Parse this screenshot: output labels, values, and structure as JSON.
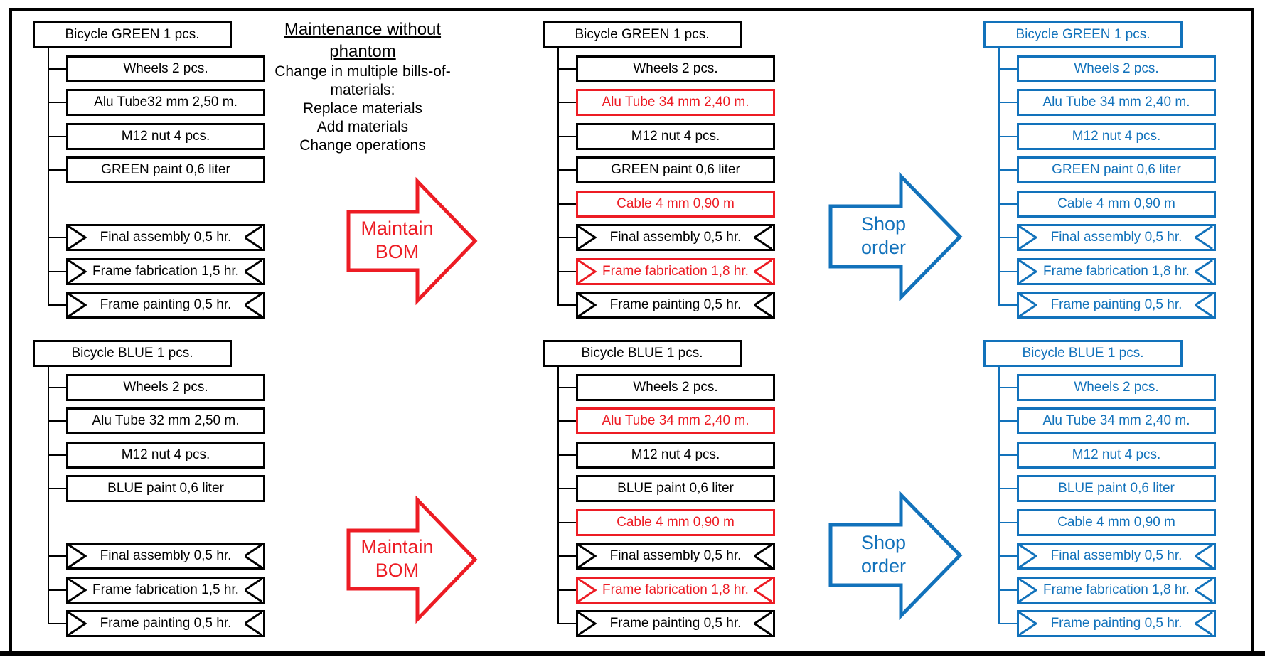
{
  "colors": {
    "black": "#000000",
    "red": "#ED1C24",
    "blue": "#1272BB"
  },
  "title": {
    "heading_lines": [
      "Maintenance without",
      "phantom"
    ],
    "body_lines": [
      "Change in multiple bills-of-",
      "materials:",
      "Replace materials",
      "Add materials",
      "Change operations"
    ]
  },
  "arrows": [
    {
      "id": "maintain-bom-top",
      "lines": [
        "Maintain",
        "BOM"
      ],
      "color": "red"
    },
    {
      "id": "shop-order-top",
      "lines": [
        "Shop",
        "order"
      ],
      "color": "blue"
    },
    {
      "id": "maintain-bom-bottom",
      "lines": [
        "Maintain",
        "BOM"
      ],
      "color": "red"
    },
    {
      "id": "shop-order-bottom",
      "lines": [
        "Shop",
        "order"
      ],
      "color": "blue"
    }
  ],
  "trees": [
    {
      "id": "source-bom-green",
      "col": 0,
      "band": "top",
      "line_color": "black",
      "root": {
        "label": "Bicycle GREEN 1 pcs.",
        "color": "black"
      },
      "items": [
        {
          "label": "Wheels 2 pcs.",
          "slot": 0,
          "kind": "material",
          "color": "black"
        },
        {
          "label": "Alu Tube32 mm 2,50 m.",
          "slot": 1,
          "kind": "material",
          "color": "black"
        },
        {
          "label": "M12 nut 4 pcs.",
          "slot": 2,
          "kind": "material",
          "color": "black"
        },
        {
          "label": "GREEN paint 0,6 liter",
          "slot": 3,
          "kind": "material",
          "color": "black"
        },
        {
          "label": "Final assembly 0,5 hr.",
          "slot": 5,
          "kind": "operation",
          "color": "black"
        },
        {
          "label": "Frame fabrication 1,5 hr.",
          "slot": 6,
          "kind": "operation",
          "color": "black"
        },
        {
          "label": "Frame painting 0,5 hr.",
          "slot": 7,
          "kind": "operation",
          "color": "black"
        }
      ]
    },
    {
      "id": "maintained-bom-green",
      "col": 1,
      "band": "top",
      "line_color": "black",
      "root": {
        "label": "Bicycle GREEN 1 pcs.",
        "color": "black"
      },
      "items": [
        {
          "label": "Wheels 2 pcs.",
          "slot": 0,
          "kind": "material",
          "color": "black"
        },
        {
          "label": "Alu Tube 34 mm 2,40 m.",
          "slot": 1,
          "kind": "material",
          "color": "red"
        },
        {
          "label": "M12 nut 4 pcs.",
          "slot": 2,
          "kind": "material",
          "color": "black"
        },
        {
          "label": "GREEN paint 0,6 liter",
          "slot": 3,
          "kind": "material",
          "color": "black"
        },
        {
          "label": "Cable 4 mm 0,90 m",
          "slot": 4,
          "kind": "material",
          "color": "red"
        },
        {
          "label": "Final assembly 0,5 hr.",
          "slot": 5,
          "kind": "operation",
          "color": "black"
        },
        {
          "label": "Frame fabrication 1,8 hr.",
          "slot": 6,
          "kind": "operation",
          "color": "red"
        },
        {
          "label": "Frame painting 0,5 hr.",
          "slot": 7,
          "kind": "operation",
          "color": "black"
        }
      ]
    },
    {
      "id": "shop-order-green",
      "col": 2,
      "band": "top",
      "line_color": "blue",
      "root": {
        "label": "Bicycle GREEN 1 pcs.",
        "color": "blue"
      },
      "items": [
        {
          "label": "Wheels 2 pcs.",
          "slot": 0,
          "kind": "material",
          "color": "blue"
        },
        {
          "label": "Alu Tube 34 mm 2,40 m.",
          "slot": 1,
          "kind": "material",
          "color": "blue"
        },
        {
          "label": "M12 nut 4 pcs.",
          "slot": 2,
          "kind": "material",
          "color": "blue"
        },
        {
          "label": "GREEN paint 0,6 liter",
          "slot": 3,
          "kind": "material",
          "color": "blue"
        },
        {
          "label": "Cable 4 mm 0,90 m",
          "slot": 4,
          "kind": "material",
          "color": "blue"
        },
        {
          "label": "Final assembly 0,5 hr.",
          "slot": 5,
          "kind": "operation",
          "color": "blue"
        },
        {
          "label": "Frame fabrication 1,8 hr.",
          "slot": 6,
          "kind": "operation",
          "color": "blue"
        },
        {
          "label": "Frame painting 0,5 hr.",
          "slot": 7,
          "kind": "operation",
          "color": "blue"
        }
      ]
    },
    {
      "id": "source-bom-blue",
      "col": 0,
      "band": "bottom",
      "line_color": "black",
      "root": {
        "label": "Bicycle BLUE 1 pcs.",
        "color": "black"
      },
      "items": [
        {
          "label": "Wheels 2 pcs.",
          "slot": 0,
          "kind": "material",
          "color": "black"
        },
        {
          "label": "Alu Tube 32 mm 2,50 m.",
          "slot": 1,
          "kind": "material",
          "color": "black"
        },
        {
          "label": "M12 nut 4 pcs.",
          "slot": 2,
          "kind": "material",
          "color": "black"
        },
        {
          "label": "BLUE paint 0,6 liter",
          "slot": 3,
          "kind": "material",
          "color": "black"
        },
        {
          "label": "Final assembly 0,5 hr.",
          "slot": 5,
          "kind": "operation",
          "color": "black"
        },
        {
          "label": "Frame fabrication 1,5 hr.",
          "slot": 6,
          "kind": "operation",
          "color": "black"
        },
        {
          "label": "Frame painting 0,5 hr.",
          "slot": 7,
          "kind": "operation",
          "color": "black"
        }
      ]
    },
    {
      "id": "maintained-bom-blue",
      "col": 1,
      "band": "bottom",
      "line_color": "black",
      "root": {
        "label": "Bicycle BLUE 1 pcs.",
        "color": "black"
      },
      "items": [
        {
          "label": "Wheels 2 pcs.",
          "slot": 0,
          "kind": "material",
          "color": "black"
        },
        {
          "label": "Alu Tube 34 mm 2,40 m.",
          "slot": 1,
          "kind": "material",
          "color": "red"
        },
        {
          "label": "M12 nut 4 pcs.",
          "slot": 2,
          "kind": "material",
          "color": "black"
        },
        {
          "label": "BLUE paint 0,6 liter",
          "slot": 3,
          "kind": "material",
          "color": "black"
        },
        {
          "label": "Cable 4 mm 0,90 m",
          "slot": 4,
          "kind": "material",
          "color": "red"
        },
        {
          "label": "Final assembly 0,5 hr.",
          "slot": 5,
          "kind": "operation",
          "color": "black"
        },
        {
          "label": "Frame fabrication 1,8 hr.",
          "slot": 6,
          "kind": "operation",
          "color": "red"
        },
        {
          "label": "Frame painting 0,5 hr.",
          "slot": 7,
          "kind": "operation",
          "color": "black"
        }
      ]
    },
    {
      "id": "shop-order-blue",
      "col": 2,
      "band": "bottom",
      "line_color": "blue",
      "root": {
        "label": "Bicycle BLUE 1 pcs.",
        "color": "blue"
      },
      "items": [
        {
          "label": "Wheels 2 pcs.",
          "slot": 0,
          "kind": "material",
          "color": "blue"
        },
        {
          "label": "Alu Tube 34 mm 2,40 m.",
          "slot": 1,
          "kind": "material",
          "color": "blue"
        },
        {
          "label": "M12 nut 4 pcs.",
          "slot": 2,
          "kind": "material",
          "color": "blue"
        },
        {
          "label": "BLUE paint 0,6 liter",
          "slot": 3,
          "kind": "material",
          "color": "blue"
        },
        {
          "label": "Cable 4 mm 0,90 m",
          "slot": 4,
          "kind": "material",
          "color": "blue"
        },
        {
          "label": "Final assembly 0,5 hr.",
          "slot": 5,
          "kind": "operation",
          "color": "blue"
        },
        {
          "label": "Frame fabrication 1,8 hr.",
          "slot": 6,
          "kind": "operation",
          "color": "blue"
        },
        {
          "label": "Frame painting 0,5 hr.",
          "slot": 7,
          "kind": "operation",
          "color": "blue"
        }
      ]
    }
  ]
}
